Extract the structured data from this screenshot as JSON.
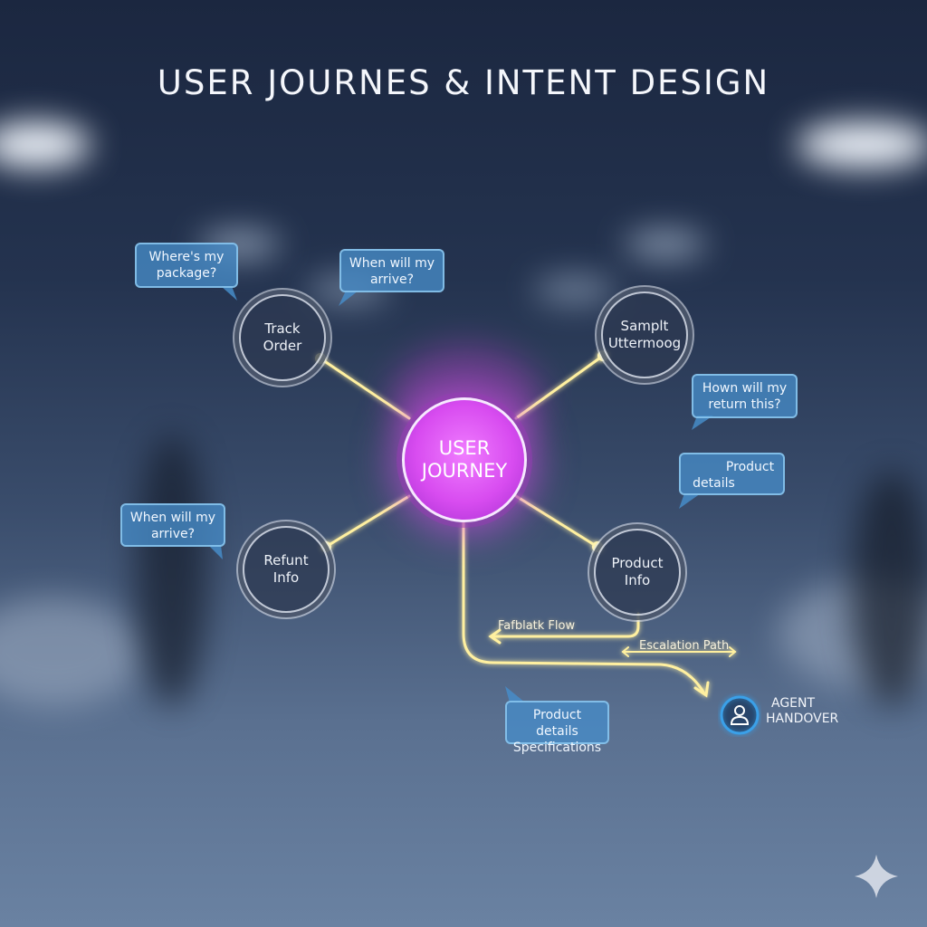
{
  "title": "USER JOURNES & INTENT DESIGN",
  "center_node": {
    "line1": "USER",
    "line2": "JOURNEY"
  },
  "nodes": [
    {
      "line1": "Track",
      "line2": "Order"
    },
    {
      "line1": "Samplt",
      "line2": "Uttermoog"
    },
    {
      "line1": "Refunt",
      "line2": "Info"
    },
    {
      "line1": "Product",
      "line2": "Info"
    }
  ],
  "bubbles": [
    {
      "line1": "Where's my",
      "line2": "package?"
    },
    {
      "line1": "When will my",
      "line2": "arrive?"
    },
    {
      "line1": "Hown will my",
      "line2": "return this?"
    },
    {
      "line1": "Product",
      "line2": "details"
    },
    {
      "line1": "When will my",
      "line2": "arrive?"
    },
    {
      "line1": "Product details",
      "line2": "Specifications"
    }
  ],
  "paths": {
    "fallback": "Fafblatk Flow",
    "escalation": "Escalation Path"
  },
  "agent": {
    "line1": "AGENT",
    "line2": "HANDOVER"
  },
  "colors": {
    "accent_magenta": "#d84cf0",
    "path_yellow": "#fff2a8",
    "bubble_blue": "#468cc8",
    "agent_ring": "#3aa0e8"
  }
}
